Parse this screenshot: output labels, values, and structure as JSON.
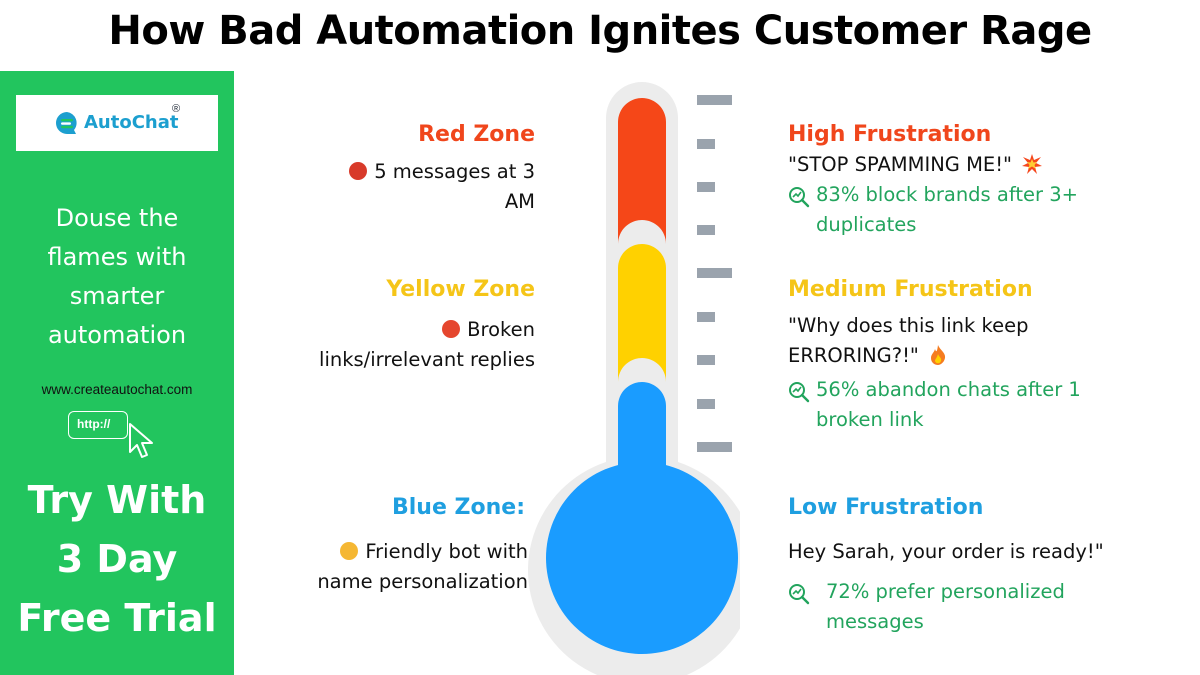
{
  "title": "How Bad Automation Ignites Customer Rage",
  "sidebar": {
    "logo_text": "AutoChat",
    "logo_reg": "®",
    "tagline_lines": [
      "Douse the",
      "flames with",
      "smarter",
      "automation"
    ],
    "website": "www.createautochat.com",
    "http_label": "http://",
    "cta_lines": [
      "Try With",
      "3 Day",
      "Free Trial"
    ]
  },
  "zones": {
    "red": {
      "heading": "Red Zone",
      "desc_lines": [
        "5 messages at 3",
        "AM"
      ]
    },
    "yellow": {
      "heading": "Yellow Zone",
      "desc_lines": [
        "Broken",
        "links/irrelevant replies"
      ]
    },
    "blue": {
      "heading": "Blue Zone:",
      "desc_lines": [
        "Friendly bot with",
        "name personalization"
      ]
    }
  },
  "frustration": {
    "high": {
      "heading": "High Frustration",
      "quote_lines": [
        "\"STOP SPAMMING ME!\""
      ],
      "stat_lines": [
        "83% block brands after 3+",
        "duplicates"
      ]
    },
    "medium": {
      "heading": "Medium Frustration",
      "quote_lines": [
        "\"Why does this link keep",
        "ERRORING?!\""
      ],
      "stat_lines": [
        "56% abandon chats after 1",
        "broken link"
      ]
    },
    "low": {
      "heading": "Low Frustration",
      "quote_lines": [
        "Hey Sarah, your order is ready!\""
      ],
      "stat_lines": [
        "72% prefer personalized",
        "messages"
      ]
    }
  },
  "colors": {
    "red": "#f54718",
    "red_heading": "#f0461c",
    "yellow": "#ffd100",
    "yellow_heading": "#f5c518",
    "blue": "#1a9cff",
    "blue_heading": "#1f9fe0",
    "green_panel": "#22c55e",
    "stat_green": "#22a45d"
  },
  "icons": {
    "logo": "chat-bubble-icon",
    "cursor": "mouse-pointer-icon",
    "stat": "trend-search-icon",
    "red_face": "angry-face-cursing-icon",
    "yellow_face": "angry-face-icon",
    "blue_face": "smiling-face-icon",
    "high_quote": "collision-icon",
    "medium_quote": "fire-icon"
  }
}
